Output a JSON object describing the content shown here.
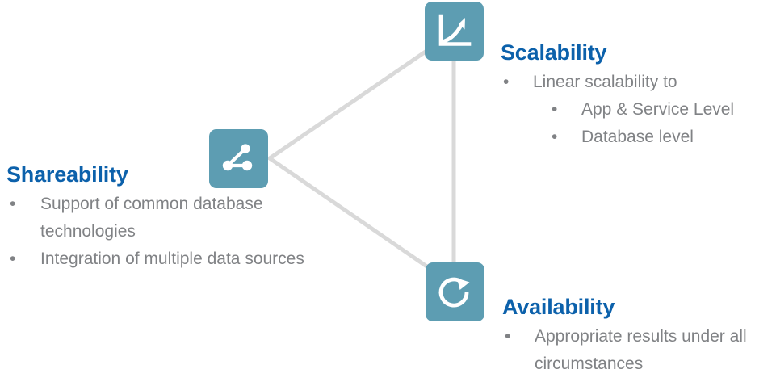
{
  "slide": {
    "background_color": "#ffffff",
    "accent_heading_color": "#0c61ab",
    "icon_tile_color": "#5d9db2",
    "body_text_color": "#808285",
    "connector_color": "#d9d9d9",
    "bullet_glyph": "•"
  },
  "diagram": {
    "type": "triangle-relationship",
    "nodes": [
      {
        "id": "scalability",
        "icon": "growth-chart-arrow-icon",
        "heading": "Scalability",
        "bullets": [
          {
            "level": 1,
            "text": "Linear scalability to"
          },
          {
            "level": 2,
            "text": "App & Service Level"
          },
          {
            "level": 2,
            "text": "Database level"
          }
        ]
      },
      {
        "id": "shareability",
        "icon": "share-network-icon",
        "heading": "Shareability",
        "bullets": [
          {
            "level": 1,
            "text": "Support of common database technologies"
          },
          {
            "level": 1,
            "text": "Integration of multiple data sources"
          }
        ]
      },
      {
        "id": "availability",
        "icon": "refresh-circle-arrow-icon",
        "heading": "Availability",
        "bullets": [
          {
            "level": 1,
            "text": "Appropriate results under all circumstances"
          }
        ]
      }
    ],
    "connections": [
      {
        "from": "shareability",
        "to": "scalability"
      },
      {
        "from": "scalability",
        "to": "availability"
      },
      {
        "from": "availability",
        "to": "shareability"
      }
    ]
  }
}
